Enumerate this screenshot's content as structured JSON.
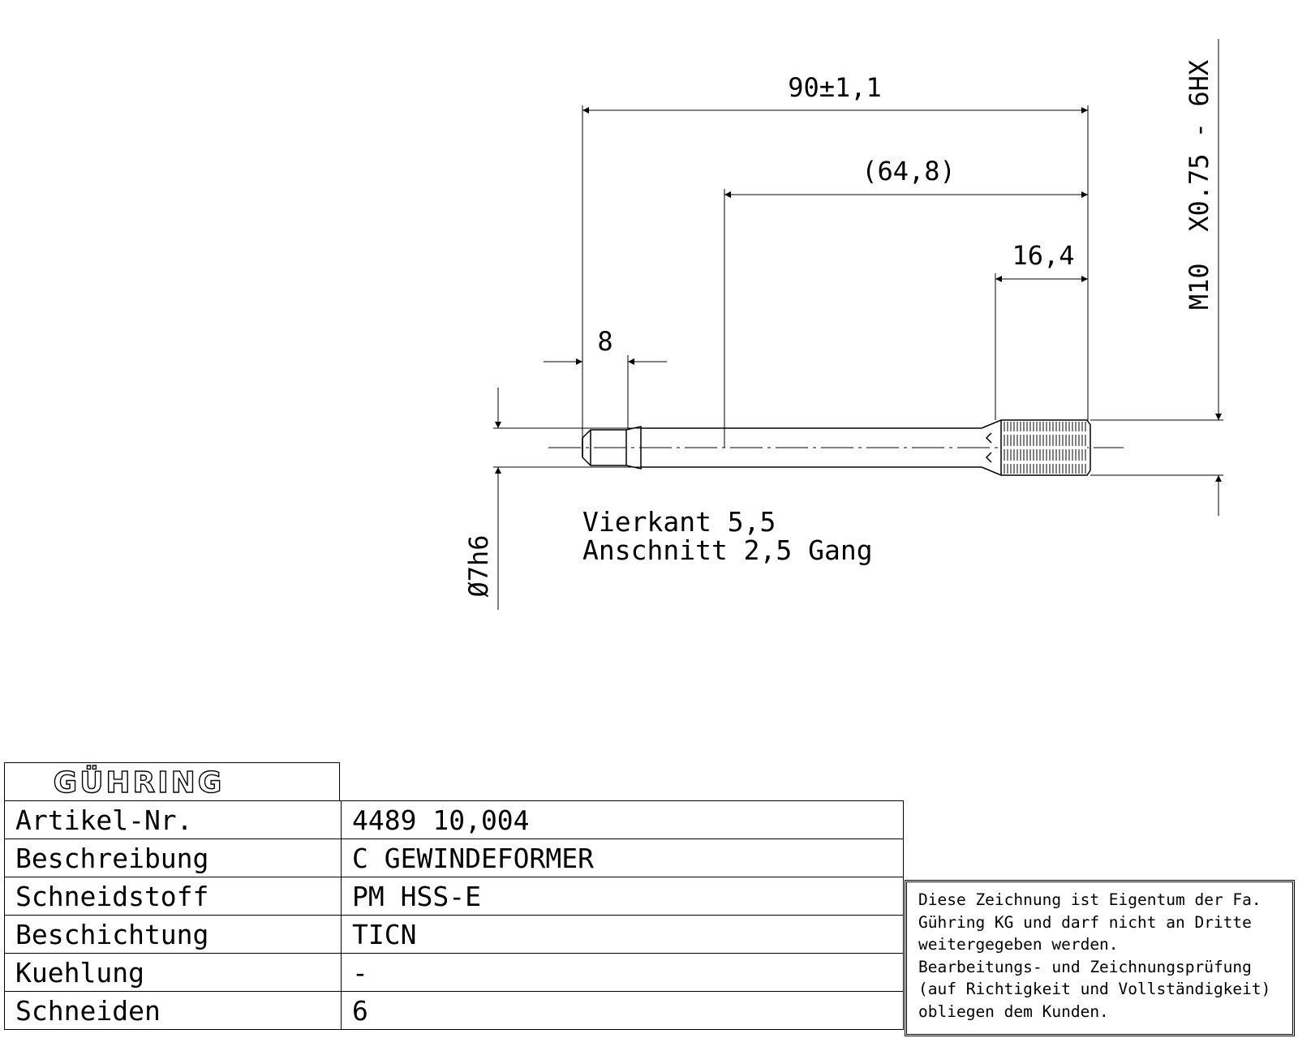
{
  "drawing": {
    "dim_overall": "90±1,1",
    "dim_reference": "(64,8)",
    "dim_thread_length": "16,4",
    "dim_square_length": "8",
    "dim_shank_diameter": "Ø7h6",
    "thread_spec": "M10  X0.75 - 6HX",
    "note_square": "Vierkant 5,5",
    "note_chamfer": "Anschnitt 2,5 Gang"
  },
  "titleblock": {
    "logo": "GÜHRING",
    "rows": [
      {
        "label": "Artikel-Nr.",
        "value": "4489 10,004"
      },
      {
        "label": "Beschreibung",
        "value": "C GEWINDEFORMER"
      },
      {
        "label": "Schneidstoff",
        "value": "PM HSS-E"
      },
      {
        "label": "Beschichtung",
        "value": "TICN"
      },
      {
        "label": "Kuehlung",
        "value": "-"
      },
      {
        "label": "Schneiden",
        "value": "6"
      }
    ],
    "legal_lines": [
      "Diese Zeichnung ist Eigentum der Fa.",
      "Gühring KG und darf nicht an Dritte",
      "weitergegeben werden.",
      "Bearbeitungs- und Zeichnungsprüfung",
      "(auf Richtigkeit und Vollständigkeit)",
      "obliegen dem Kunden."
    ]
  }
}
